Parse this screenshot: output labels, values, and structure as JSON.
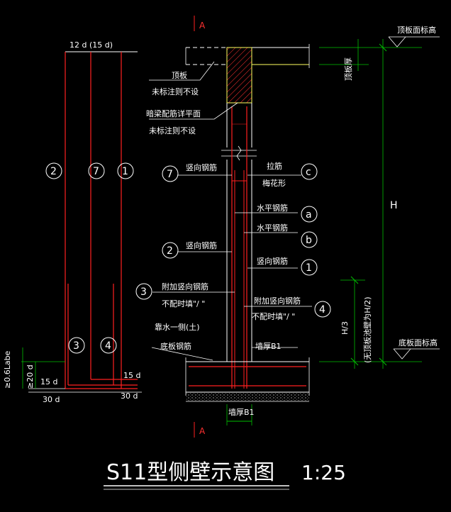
{
  "drawing": {
    "section_marker": "A",
    "top_note_1": "12 d (15 d)",
    "left_numbers": [
      "2",
      "7",
      "1"
    ],
    "left_lower_numbers": [
      "3",
      "4"
    ],
    "dim_06labe": "≥0.6Labe",
    "dim_20d": "≥20 d",
    "dim_15d_left": "15 d",
    "dim_15d_right": "15 d",
    "dim_30d_left": "30 d",
    "dim_30d_right": "30 d",
    "top_slab_elev": "顶板面标高",
    "slab_thickness": "顶板厚",
    "label_top_slab": "顶板",
    "label_no_mark_1": "未标注则不设",
    "label_hidden_beam": "暗梁配筋详平面",
    "label_no_mark_2": "未标注则不设",
    "bubble_7": "7",
    "label_vertical_7": "竖向钢筋",
    "label_tie": "拉筋",
    "label_plum": "梅花形",
    "bubble_c": "c",
    "label_horizontal_a": "水平钢筋",
    "bubble_a": "a",
    "label_horizontal_b": "水平钢筋",
    "bubble_b": "b",
    "bubble_2": "2",
    "label_vertical_2": "竖向钢筋",
    "label_vertical_1": "竖向钢筋",
    "bubble_1": "1",
    "bubble_3": "3",
    "label_extra_vertical_3": "附加竖向钢筋",
    "label_no_fill_3": "不配时填\"/  \"",
    "label_water_side": "靠水一侧(土)",
    "label_extra_vertical_4": "附加竖向钢筋",
    "label_no_fill_4": "不配时填\"/  \"",
    "bubble_4": "4",
    "label_bottom_rebar": "底板钢筋",
    "label_wall_thick_upper": "墙厚B1",
    "label_wall_thick_lower": "墙厚B1",
    "dim_H": "H",
    "dim_H3": "H/3",
    "dim_H3_note": "(无顶板池壁为H/2)",
    "bottom_slab_elev": "底板面标高",
    "title": "S11型侧壁示意图",
    "scale": "1:25"
  }
}
